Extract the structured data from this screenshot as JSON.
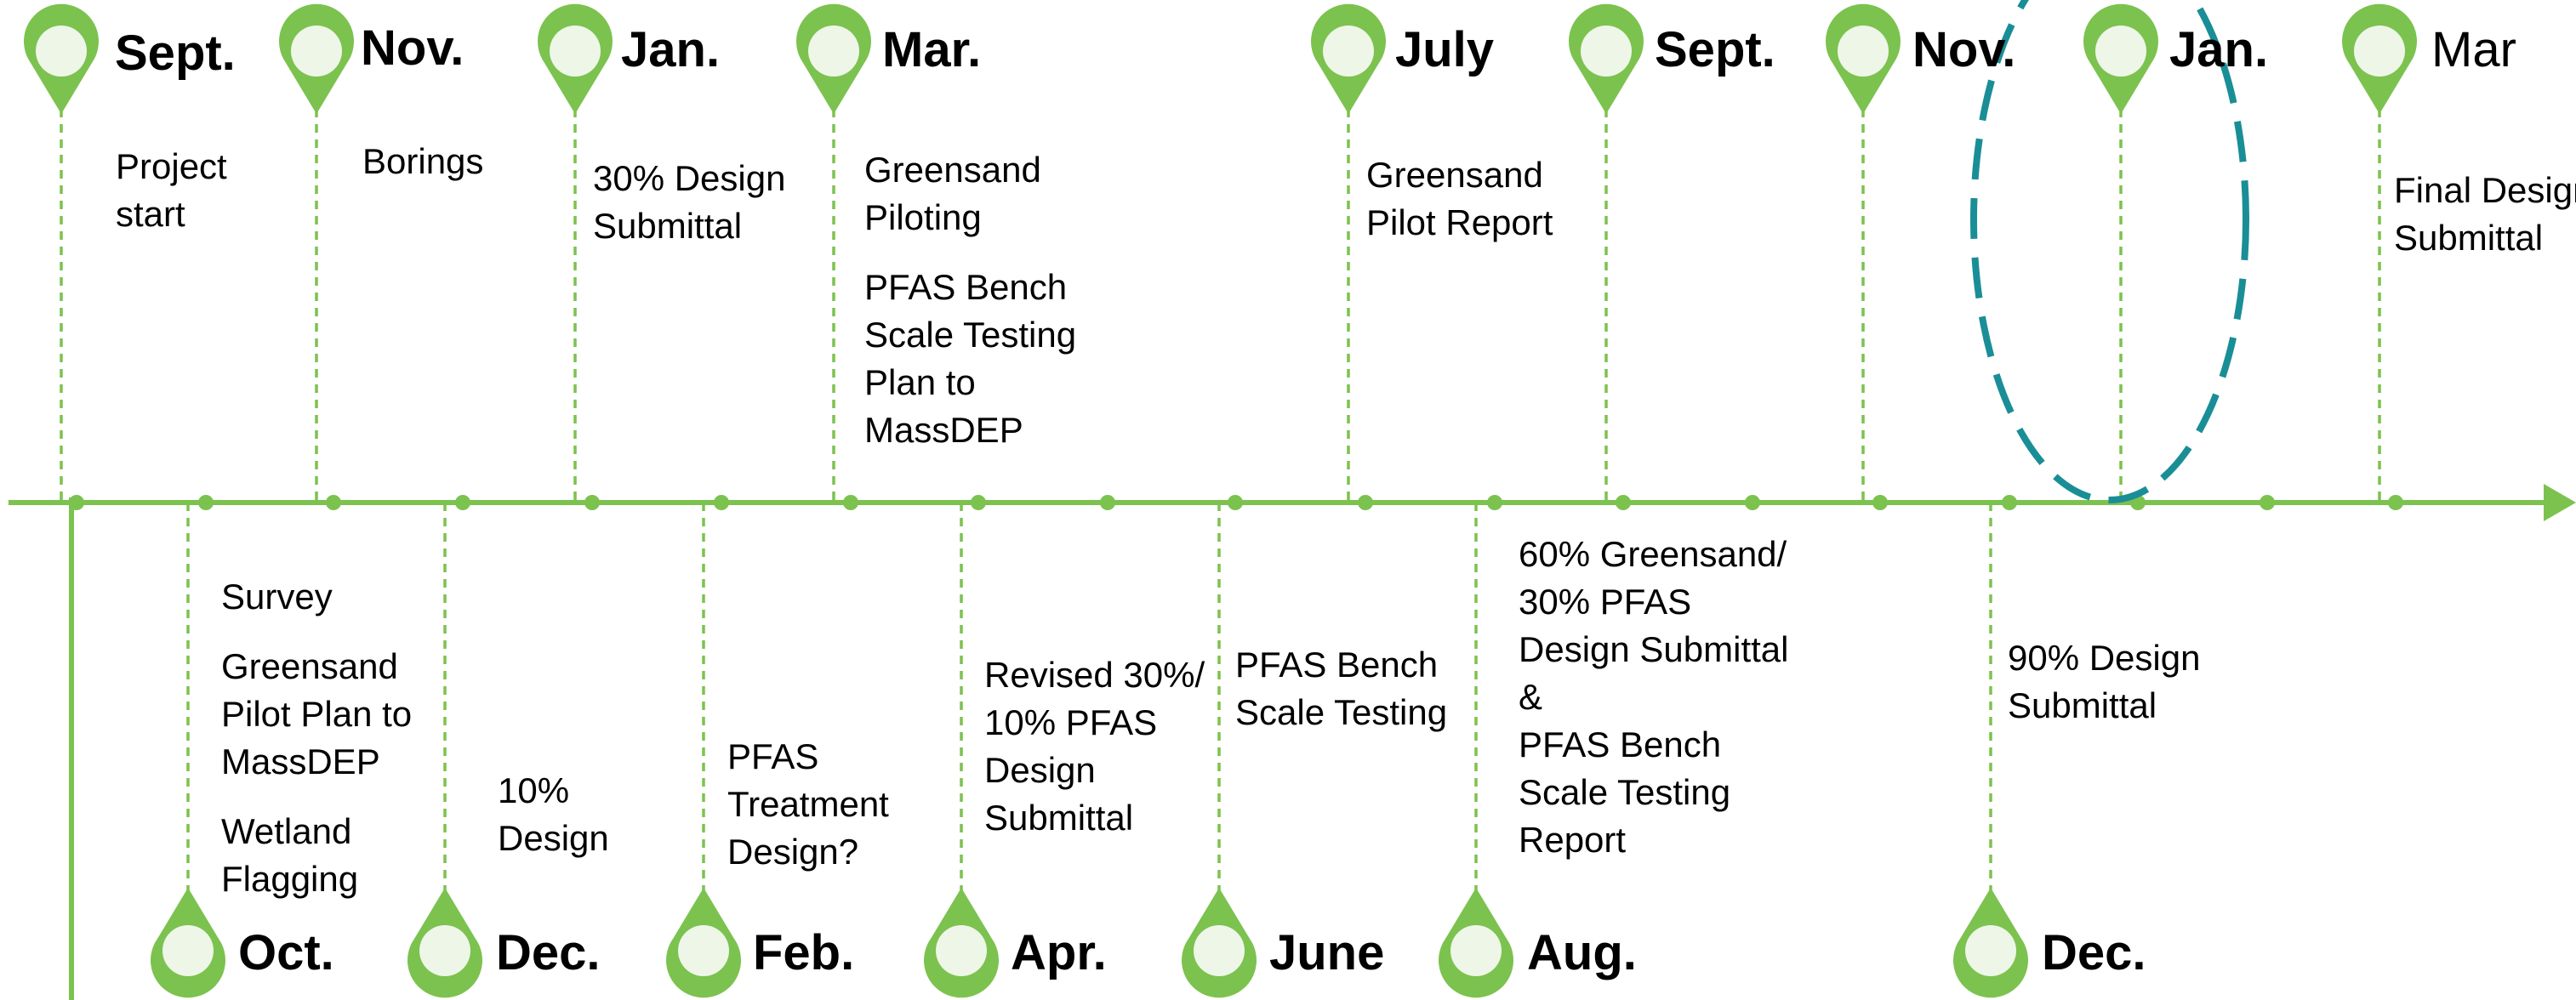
{
  "colors": {
    "line": "#7cc24f",
    "marker_fill": "#eef6e8",
    "highlight": "#1a8e96",
    "text": "#000000"
  },
  "top_milestones": [
    {
      "month": "Sept.",
      "events": [
        [
          "Project",
          "start"
        ]
      ]
    },
    {
      "month": "Nov.",
      "events": [
        [
          "Borings"
        ]
      ]
    },
    {
      "month": "Jan.",
      "events": [
        [
          "30% Design",
          "Submittal"
        ]
      ]
    },
    {
      "month": "Mar.",
      "events": [
        [
          "Greensand",
          "Piloting"
        ],
        [
          "PFAS Bench",
          "Scale Testing",
          "Plan to",
          "MassDEP"
        ]
      ]
    },
    {
      "month": "July",
      "events": [
        [
          "Greensand",
          "Pilot Report"
        ]
      ]
    },
    {
      "month": "Sept.",
      "events": []
    },
    {
      "month": "Nov.",
      "events": []
    },
    {
      "month": "Jan.",
      "events": []
    },
    {
      "month": "Mar",
      "events": [
        [
          "Final Design",
          "Submittal"
        ]
      ]
    }
  ],
  "bottom_milestones": [
    {
      "month": "Oct.",
      "events": [
        [
          "Survey"
        ],
        [
          "Greensand",
          "Pilot Plan to",
          "MassDEP"
        ],
        [
          "Wetland",
          "Flagging"
        ]
      ]
    },
    {
      "month": "Dec.",
      "events": [
        [
          "10%",
          "Design"
        ]
      ]
    },
    {
      "month": "Feb.",
      "events": [
        [
          "PFAS",
          "Treatment",
          "Design?"
        ]
      ]
    },
    {
      "month": "Apr.",
      "events": [
        [
          "Revised 30%/",
          "10% PFAS",
          "Design",
          "Submittal"
        ]
      ]
    },
    {
      "month": "June",
      "events": [
        [
          "PFAS Bench",
          "Scale Testing"
        ]
      ]
    },
    {
      "month": "Aug.",
      "events": [
        [
          "60% Greensand/",
          "30% PFAS",
          "Design Submittal",
          "&",
          "PFAS Bench",
          "Scale Testing",
          "Report"
        ]
      ]
    },
    {
      "month": "Dec.",
      "events": [
        [
          "90% Design",
          "Submittal"
        ]
      ]
    }
  ]
}
